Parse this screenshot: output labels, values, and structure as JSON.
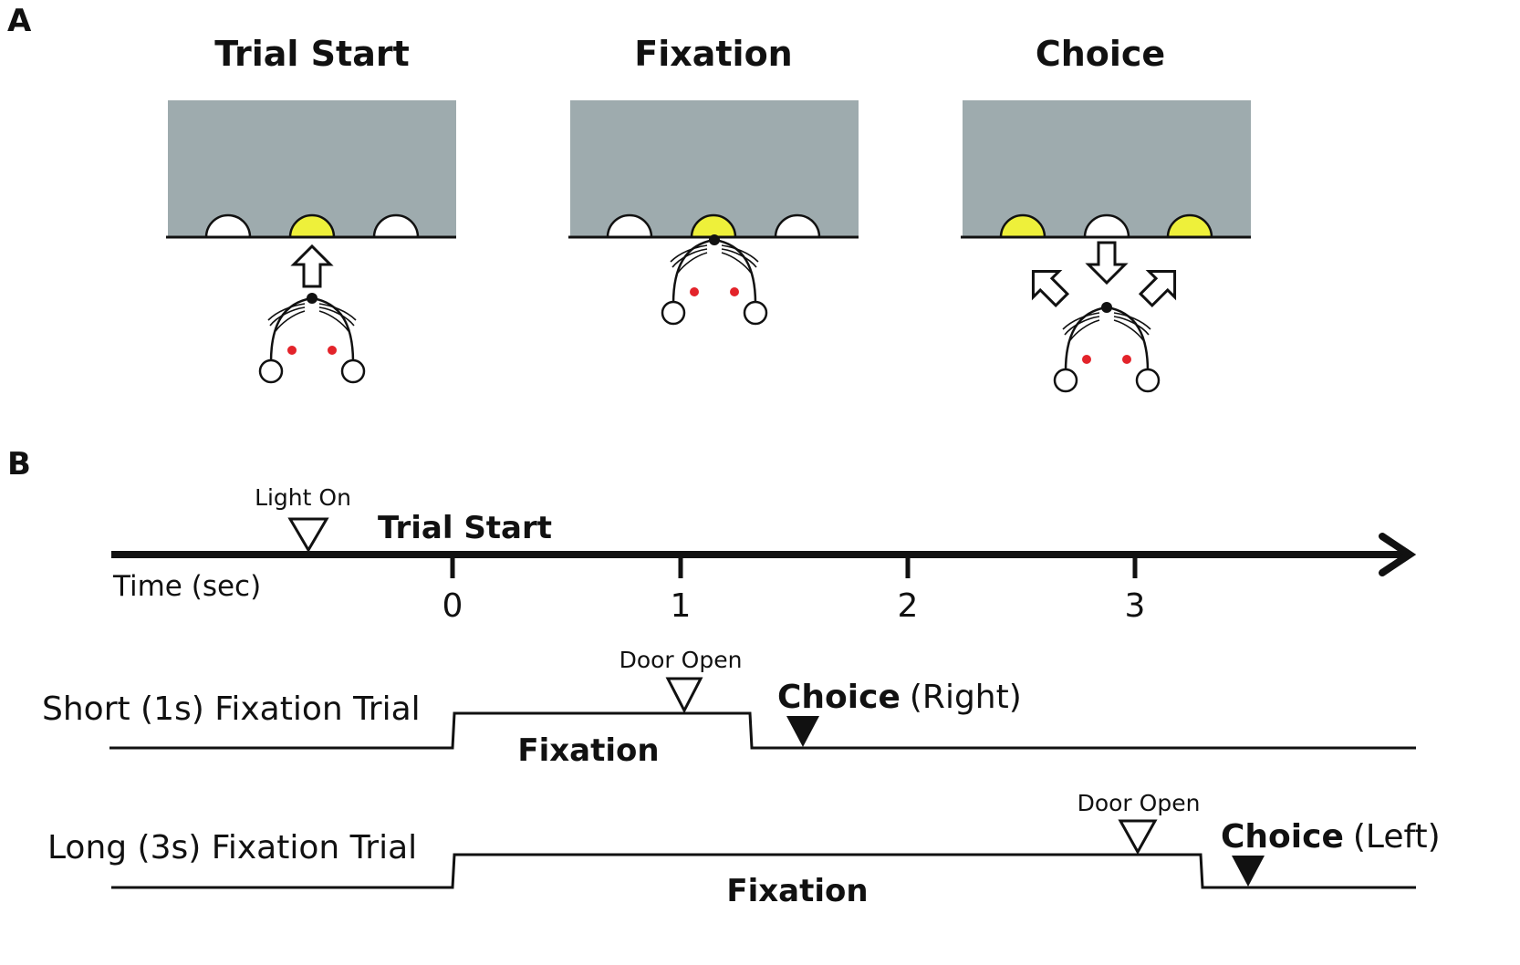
{
  "colors": {
    "box": "#9eabae",
    "port_lit": "#eef03a",
    "port_unlit": "#ffffff",
    "eye": "#e3232a",
    "line": "#111111"
  },
  "panel_a": {
    "letter": "A",
    "scenes": [
      {
        "title": "Trial Start",
        "ports_lit": [
          false,
          true,
          false
        ],
        "arrows": [
          "up"
        ]
      },
      {
        "title": "Fixation",
        "ports_lit": [
          false,
          true,
          false
        ],
        "arrows": []
      },
      {
        "title": "Choice",
        "ports_lit": [
          true,
          false,
          true
        ],
        "arrows": [
          "up-left",
          "down",
          "up-right"
        ]
      }
    ]
  },
  "panel_b": {
    "letter": "B",
    "timeline": {
      "label": "Time (sec)",
      "ticks": [
        "0",
        "1",
        "2",
        "3"
      ],
      "marker_label": "Light On",
      "start_label": "Trial Start"
    },
    "trials": [
      {
        "name": "Short (1s) Fixation Trial",
        "fixation_seconds": 1,
        "door_label": "Door Open",
        "fixation_label": "Fixation",
        "choice_label": "Choice",
        "choice_side": "(Right)"
      },
      {
        "name": "Long (3s) Fixation Trial",
        "fixation_seconds": 3,
        "door_label": "Door Open",
        "fixation_label": "Fixation",
        "choice_label": "Choice",
        "choice_side": "(Left)"
      }
    ]
  }
}
